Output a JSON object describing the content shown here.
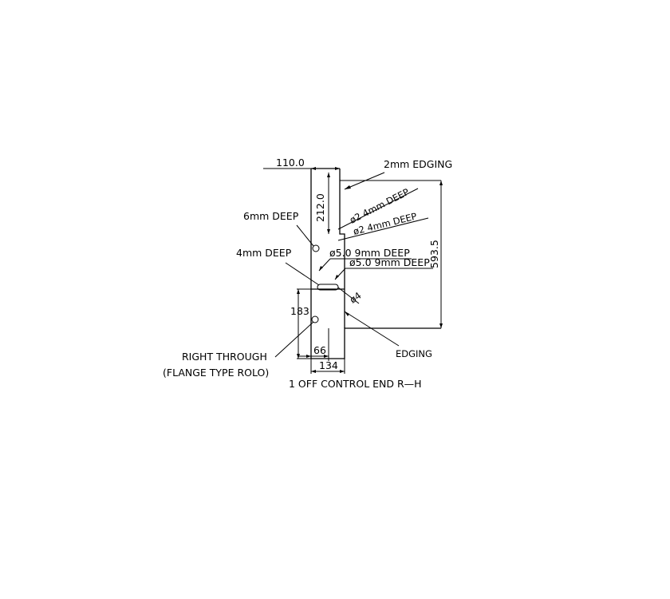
{
  "labels": {
    "dim_110": "110.0",
    "dim_212": "212.0",
    "dim_593": "593.5",
    "dim_183": "183",
    "dim_66": "66",
    "dim_134": "134",
    "edging_2mm": "2mm EDGING",
    "hole1": "ø2 4mm DEEP",
    "hole2": "ø2 4mm DEEP",
    "six_deep": "6mm DEEP",
    "four_deep": "4mm DEEP",
    "hole3": "ø5.0 9mm DEEP",
    "hole4": "ø5.0 9mm DEEP",
    "phi4": "ø4",
    "right_through": "RIGHT THROUGH",
    "flange": "(FLANGE TYPE ROLO)",
    "edging": "EDGING",
    "title": "1 OFF CONTROL END R—H"
  }
}
